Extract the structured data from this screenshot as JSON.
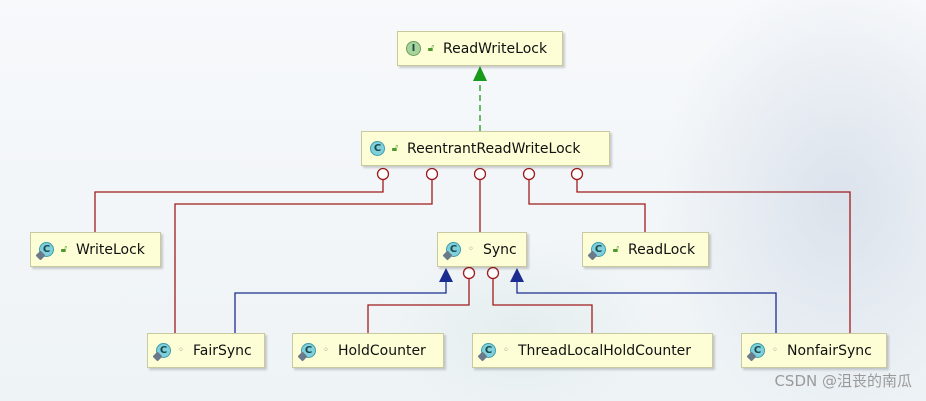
{
  "diagram": {
    "nodes": [
      {
        "id": "ReadWriteLock",
        "label": "ReadWriteLock",
        "kind": "interface",
        "kind_letter": "I",
        "visibility": "public"
      },
      {
        "id": "ReentrantReadWriteLock",
        "label": "ReentrantReadWriteLock",
        "kind": "class",
        "kind_letter": "C",
        "visibility": "public"
      },
      {
        "id": "WriteLock",
        "label": "WriteLock",
        "kind": "inner-class",
        "kind_letter": "C",
        "visibility": "public"
      },
      {
        "id": "Sync",
        "label": "Sync",
        "kind": "inner-abstract-class",
        "kind_letter": "C",
        "visibility": "package"
      },
      {
        "id": "ReadLock",
        "label": "ReadLock",
        "kind": "inner-class",
        "kind_letter": "C",
        "visibility": "public"
      },
      {
        "id": "FairSync",
        "label": "FairSync",
        "kind": "inner-class",
        "kind_letter": "C",
        "visibility": "package"
      },
      {
        "id": "HoldCounter",
        "label": "HoldCounter",
        "kind": "inner-class",
        "kind_letter": "C",
        "visibility": "package"
      },
      {
        "id": "ThreadLocalHoldCounter",
        "label": "ThreadLocalHoldCounter",
        "kind": "inner-class",
        "kind_letter": "C",
        "visibility": "package"
      },
      {
        "id": "NonfairSync",
        "label": "NonfairSync",
        "kind": "inner-class",
        "kind_letter": "C",
        "visibility": "package"
      }
    ],
    "edges": [
      {
        "from": "ReentrantReadWriteLock",
        "to": "ReadWriteLock",
        "type": "implements",
        "color": "#1a9a1a"
      },
      {
        "from": "WriteLock",
        "to": "ReentrantReadWriteLock",
        "type": "inner",
        "color": "#a01c1c"
      },
      {
        "from": "FairSync",
        "to": "ReentrantReadWriteLock",
        "type": "inner",
        "color": "#a01c1c"
      },
      {
        "from": "Sync",
        "to": "ReentrantReadWriteLock",
        "type": "inner",
        "color": "#a01c1c"
      },
      {
        "from": "ReadLock",
        "to": "ReentrantReadWriteLock",
        "type": "inner",
        "color": "#a01c1c"
      },
      {
        "from": "NonfairSync",
        "to": "ReentrantReadWriteLock",
        "type": "inner",
        "color": "#a01c1c"
      },
      {
        "from": "FairSync",
        "to": "Sync",
        "type": "extends",
        "color": "#1b2d8f"
      },
      {
        "from": "NonfairSync",
        "to": "Sync",
        "type": "extends",
        "color": "#1b2d8f"
      },
      {
        "from": "HoldCounter",
        "to": "Sync",
        "type": "inner",
        "color": "#a01c1c"
      },
      {
        "from": "ThreadLocalHoldCounter",
        "to": "Sync",
        "type": "inner",
        "color": "#a01c1c"
      }
    ]
  },
  "watermark": "CSDN @沮丧的南瓜"
}
